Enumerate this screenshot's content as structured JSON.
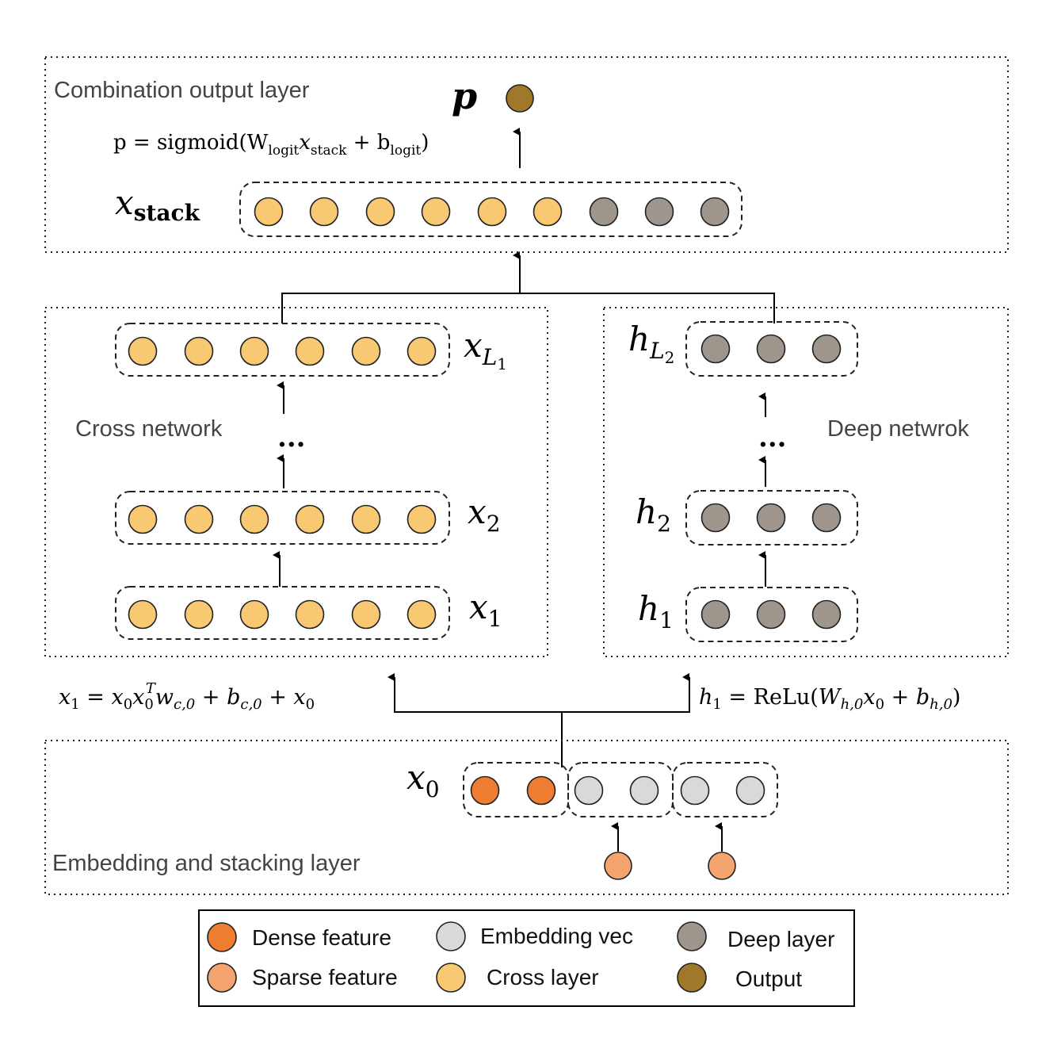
{
  "labels": {
    "combination": "Combination output layer",
    "cross": "Cross network",
    "deep": "Deep netwrok",
    "embedding": "Embedding and stacking layer"
  },
  "math": {
    "p": "p",
    "p_eq_pre": "p = sigmoid(W",
    "p_eq_sub1": "logit",
    "p_eq_mid": "x",
    "p_eq_sub2": "stack",
    "p_eq_mid2": " + b",
    "p_eq_sub3": "logit",
    "p_eq_end": ")",
    "x_stack": "x",
    "x_stack_sub": "stack",
    "x_L1": "x",
    "x_L1_sub": "L",
    "x_L1_subsub": "1",
    "x2": "x",
    "x2_sub": "2",
    "x1": "x",
    "x1_sub": "1",
    "h_L2": "h",
    "h_L2_sub": "L",
    "h_L2_subsub": "2",
    "h2": "h",
    "h2_sub": "2",
    "h1": "h",
    "h1_sub": "1",
    "x0": "x",
    "x0_sub": "0",
    "ellipsis": "...",
    "cross_eq": "x₁ = x₀x₀ᵀw_c,₀ + b_c,₀ + x₀",
    "deep_eq": "h₁ = ReLu(W_h,₀x₀ + b_h,₀)"
  },
  "legend": {
    "items": [
      {
        "label": "Dense feature",
        "color": "#ED7D31"
      },
      {
        "label": "Embedding vec",
        "color": "#D9D9D9"
      },
      {
        "label": "Deep layer",
        "color": "#9E958D"
      },
      {
        "label": "Sparse feature",
        "color": "#F4A46E"
      },
      {
        "label": "Cross layer",
        "color": "#F8C872"
      },
      {
        "label": "Output",
        "color": "#A0782A"
      }
    ]
  },
  "colors": {
    "dense": "#ED7D31",
    "sparse": "#F4A46E",
    "embedding": "#D9D9D9",
    "cross": "#F8C872",
    "deep": "#9E958D",
    "output": "#A0782A"
  }
}
